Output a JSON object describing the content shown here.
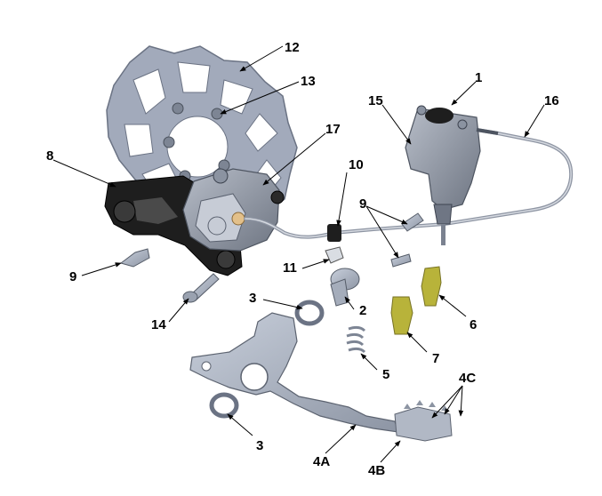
{
  "diagram": {
    "callouts": {
      "c1": "1",
      "c2": "2",
      "c3a": "3",
      "c3b": "3",
      "c4a": "4A",
      "c4b": "4B",
      "c4c": "4C",
      "c5": "5",
      "c6": "6",
      "c7": "7",
      "c8": "8",
      "c9a": "9",
      "c9b": "9",
      "c10": "10",
      "c11": "11",
      "c12": "12",
      "c13": "13",
      "c14": "14",
      "c15": "15",
      "c16": "16",
      "c17": "17"
    },
    "colors": {
      "metal": "#a9b1c0",
      "metal_dark": "#59606c",
      "bracket": "#1b1b1b",
      "yellow_part": "#b6b23a",
      "leader": "#000000"
    }
  }
}
